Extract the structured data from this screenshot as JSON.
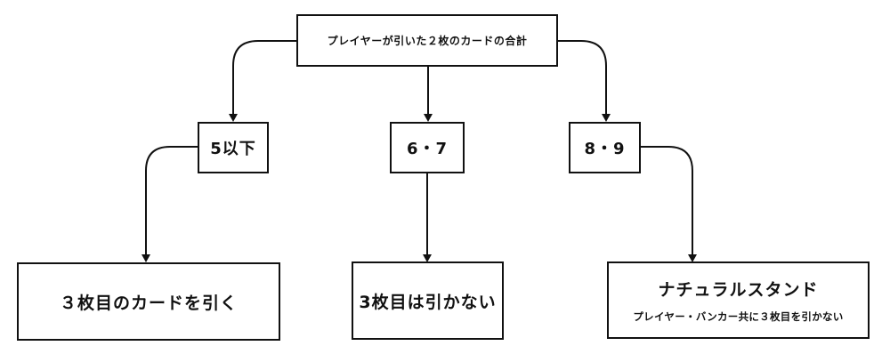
{
  "diagram": {
    "root": {
      "label": "プレイヤーが引いた２枚のカードの合計"
    },
    "branches": [
      {
        "condition": "5以下",
        "result": "３枚目のカードを引く",
        "note": ""
      },
      {
        "condition": "6・7",
        "result": "3枚目は引かない",
        "note": ""
      },
      {
        "condition": "8・9",
        "result": "ナチュラルスタンド",
        "note": "プレイヤー・バンカー共に３枚目を引かない"
      }
    ]
  }
}
